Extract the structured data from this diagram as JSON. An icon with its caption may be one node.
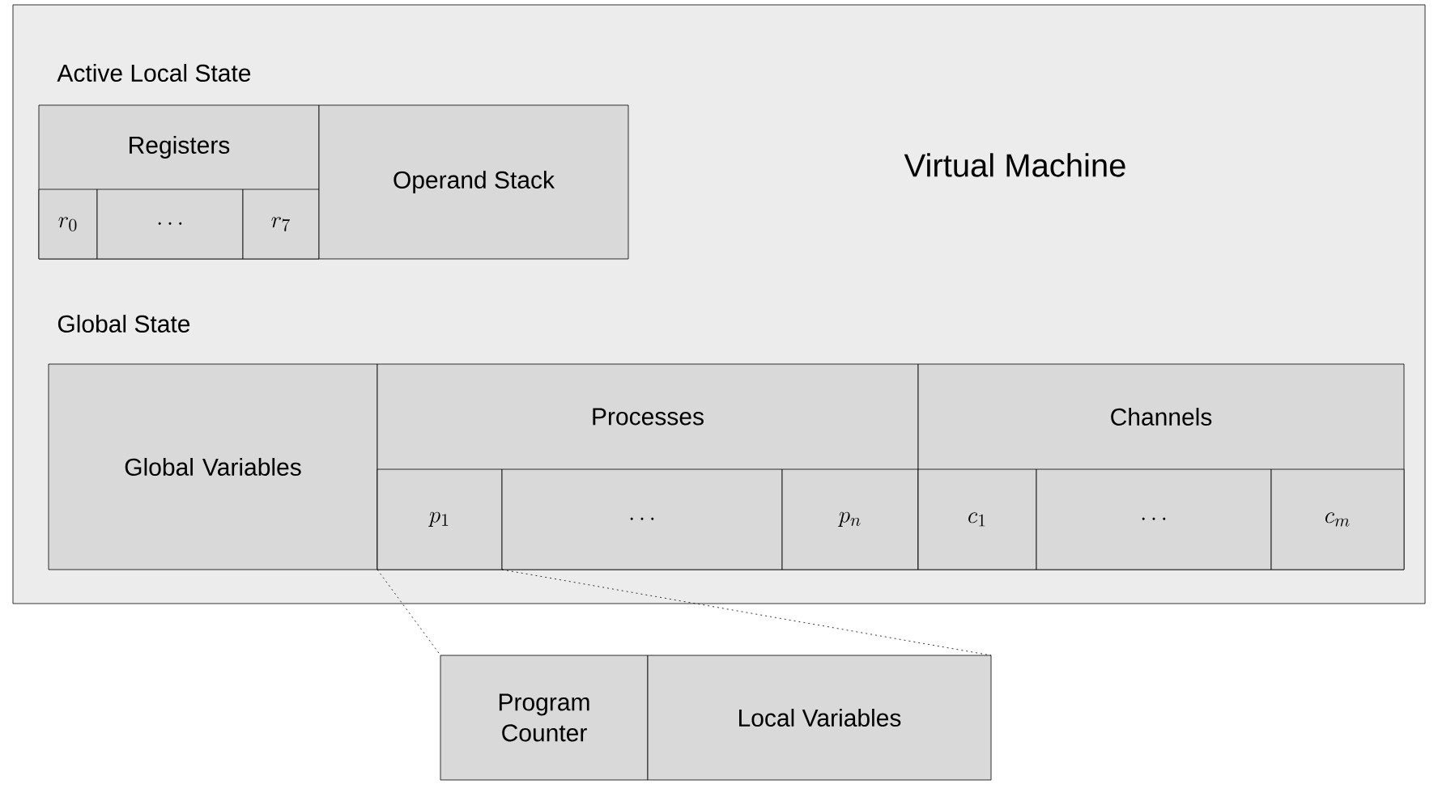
{
  "diagram": {
    "nodes": [
      {
        "text": [
          "Virtual Machine"
        ]
      },
      {
        "text": [
          "Registers"
        ],
        "in": 0
      },
      {
        "text": [
          "r_0"
        ],
        "in": 1
      },
      {
        "text": [
          "\\cdots"
        ],
        "in": 1
      },
      {
        "text": [
          "r_7"
        ],
        "in": 1
      },
      {
        "text": [
          "Operand Stack"
        ],
        "in": 0
      },
      {
        "text": [
          "Global Variables"
        ],
        "in": 0
      },
      {
        "text": [
          "Processes"
        ],
        "in": 0
      },
      {
        "text": [
          "p_1"
        ],
        "in": 7
      },
      {
        "text": [
          "\\cdots"
        ],
        "in": 7
      },
      {
        "text": [
          "p_n"
        ],
        "in": 7
      },
      {
        "text": [
          "Channels"
        ],
        "in": 0
      },
      {
        "text": [
          "c_1"
        ],
        "in": 11
      },
      {
        "text": [
          "\\cdots"
        ],
        "in": 11
      },
      {
        "text": [
          "c_m"
        ],
        "in": 11
      },
      {
        "text": [
          "Program Counter"
        ]
      },
      {
        "text": [
          "Local Variables"
        ]
      }
    ],
    "edges": [
      {
        "from": 8,
        "to": 15,
        "arrow": "none",
        "style": "dashed"
      },
      {
        "from": 8,
        "to": 16,
        "arrow": "none",
        "style": "dashed"
      }
    ],
    "labels": [
      "Active Local State",
      "Global State"
    ]
  }
}
